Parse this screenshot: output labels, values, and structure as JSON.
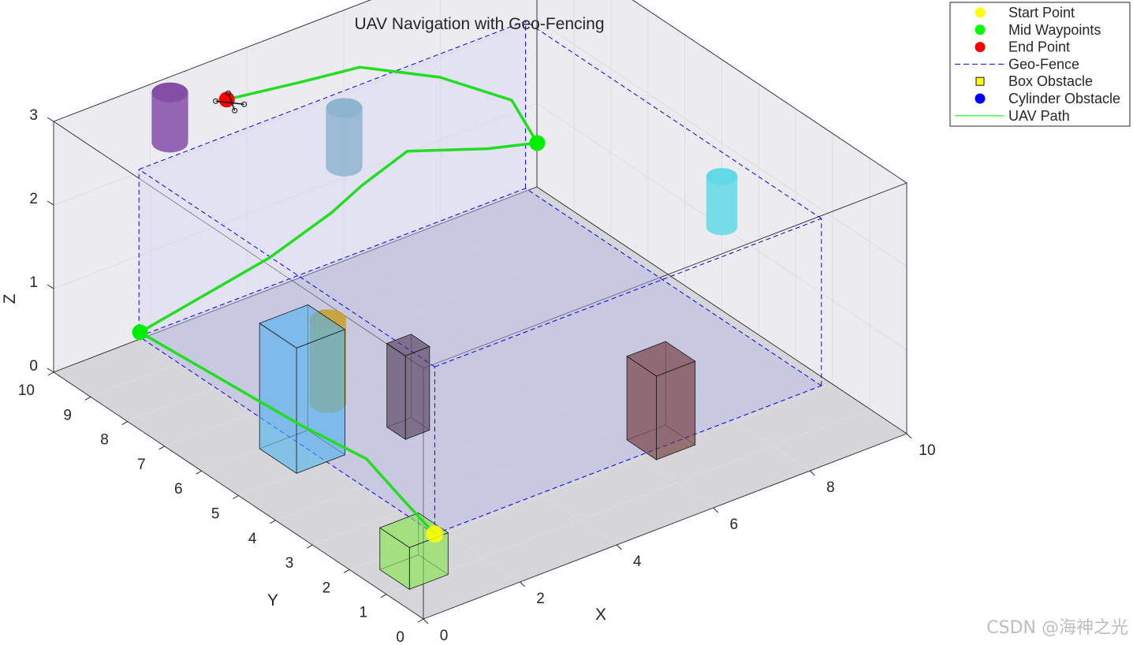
{
  "chart_data": {
    "type": "line3d",
    "title": "UAV Navigation with Geo-Fencing",
    "xlabel": "X",
    "ylabel": "Y",
    "zlabel": "Z",
    "xlim": [
      0,
      10
    ],
    "ylim": [
      0,
      10
    ],
    "zlim": [
      0,
      3
    ],
    "xticks": [
      0,
      2,
      4,
      6,
      8,
      10
    ],
    "yticks": [
      0,
      1,
      2,
      3,
      4,
      5,
      6,
      7,
      8,
      9,
      10
    ],
    "zticks": [
      0,
      1,
      2,
      3
    ],
    "grid": true,
    "legend_position": "top-right",
    "legend": [
      {
        "label": "Start Point",
        "marker": "circle",
        "color": "#ffff00"
      },
      {
        "label": "Mid Waypoints",
        "marker": "circle",
        "color": "#00ff00"
      },
      {
        "label": "End Point",
        "marker": "circle",
        "color": "#ff0000"
      },
      {
        "label": "Geo-Fence",
        "marker": "dashed-line",
        "color": "#0000ff"
      },
      {
        "label": "Box Obstacle",
        "marker": "square",
        "color": "#ffff00"
      },
      {
        "label": "Cylinder Obstacle",
        "marker": "circle",
        "color": "#0000ff"
      },
      {
        "label": "UAV Path",
        "marker": "line",
        "color": "#00ff00"
      }
    ],
    "geo_fence": {
      "x": [
        1,
        9
      ],
      "y": [
        1,
        9
      ],
      "z": [
        0.5,
        2.5
      ],
      "color": "#0000ff"
    },
    "start_point": {
      "x": 1,
      "y": 1,
      "z": 0.5,
      "color": "#ffff00"
    },
    "mid_waypoints": [
      {
        "x": 1.1,
        "y": 9.1,
        "z": 0.5
      },
      {
        "x": 8.4,
        "y": 7.9,
        "z": 1.5
      }
    ],
    "end_point": {
      "x": 3.2,
      "y": 9.5,
      "z": 2.7,
      "color": "#ff0000"
    },
    "uav_path": {
      "color": "#00ff00",
      "x": [
        1.0,
        1.2,
        1.5,
        1.3,
        1.1,
        3.4,
        4.6,
        5.3,
        6.4,
        7.6,
        8.4,
        8.1,
        7.0,
        5.8,
        4.6,
        3.2
      ],
      "y": [
        1.0,
        2.2,
        3.5,
        5.0,
        9.1,
        8.6,
        8.5,
        8.6,
        8.8,
        8.2,
        7.9,
        8.2,
        8.7,
        9.3,
        9.3,
        9.5
      ],
      "z": [
        0.5,
        0.55,
        0.55,
        0.55,
        0.5,
        1.03,
        1.33,
        1.47,
        1.58,
        1.52,
        1.5,
        1.99,
        2.36,
        2.57,
        2.66,
        2.7
      ]
    },
    "box_obstacles": [
      {
        "x": [
          1.2,
          2.2
        ],
        "y": [
          5.0,
          6.0
        ],
        "z": [
          0.0,
          1.5
        ],
        "color": "#4db3f0"
      },
      {
        "x": [
          0.4,
          1.2
        ],
        "y": [
          0.9,
          1.7
        ],
        "z": [
          0.0,
          0.5
        ],
        "color": "#80e645"
      },
      {
        "x": [
          6.2,
          7.0
        ],
        "y": [
          1.8,
          2.6
        ],
        "z": [
          0.0,
          1.0
        ],
        "color": "#6b2d2d"
      },
      {
        "x": [
          3.3,
          3.8
        ],
        "y": [
          4.8,
          5.3
        ],
        "z": [
          0.0,
          1.0
        ],
        "color": "#4d3355"
      }
    ],
    "cylinder_obstacles": [
      {
        "x": 3.0,
        "y": 6.5,
        "r": 0.35,
        "z": [
          0.0,
          1.0
        ],
        "color": "#c8a232"
      },
      {
        "x": 2.1,
        "y": 9.6,
        "r": 0.35,
        "z": [
          2.4,
          3.0
        ],
        "color": "#7a3fa0"
      },
      {
        "x": 5.4,
        "y": 9.2,
        "r": 0.35,
        "z": [
          1.5,
          2.2
        ],
        "color": "#86b0cc"
      },
      {
        "x": 10.0,
        "y": 5.0,
        "r": 0.3,
        "z": [
          1.0,
          1.6
        ],
        "color": "#54d8e6"
      }
    ]
  },
  "watermark": "CSDN @海神之光"
}
